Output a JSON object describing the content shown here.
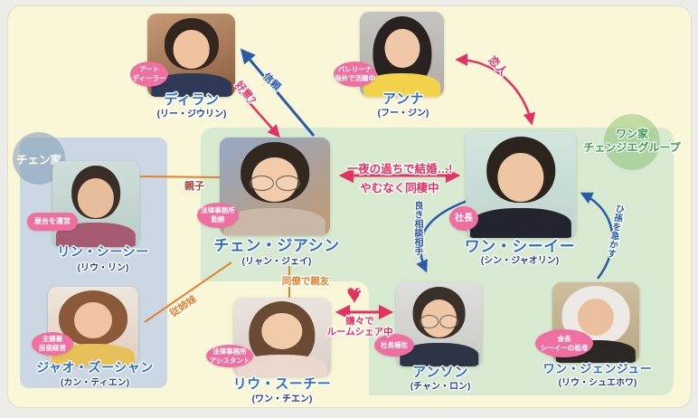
{
  "groups": {
    "chen": {
      "label": "チェン家"
    },
    "wang": {
      "line1": "ワン家",
      "line2": "チェンジエグループ"
    }
  },
  "people": [
    {
      "id": "dylan",
      "name": "ディラン",
      "actor": "(リー・ジウリン)",
      "badge": [
        "アート",
        "ディーラー"
      ]
    },
    {
      "id": "anna",
      "name": "アンナ",
      "actor": "(フー・ジン)",
      "badge": [
        "バレリーナ",
        "海外で活躍中"
      ]
    },
    {
      "id": "jiaxin",
      "name": "チェン・ジアシン",
      "actor": "(リャン・ジェイ)",
      "badge": [
        "法律事務所",
        "勤務"
      ]
    },
    {
      "id": "shiyi",
      "name": "ワン・シーイー",
      "actor": "(シン・ジャオリン)",
      "badge": [
        "社長"
      ]
    },
    {
      "id": "shishi",
      "name": "リン・シーシー",
      "actor": "(リウ・リン)",
      "badge": [
        "屋台を運営"
      ]
    },
    {
      "id": "zishan",
      "name": "ジャオ・ズーシャン",
      "actor": "(カン・ティエン)",
      "badge": [
        "主婦兼",
        "民宿経営"
      ]
    },
    {
      "id": "siqi",
      "name": "リウ・スーチー",
      "actor": "(ワン・チエン)",
      "badge": [
        "法律事務所",
        "アシスタント"
      ]
    },
    {
      "id": "anson",
      "name": "アンソン",
      "actor": "(チャン・ロン)",
      "badge": [
        "社長補佐"
      ]
    },
    {
      "id": "zhenzhu",
      "name": "ワン・ジェンジュー",
      "actor": "(リウ・シュエホワ)",
      "badge": [
        "会長",
        "シーイーの祖母"
      ]
    }
  ],
  "relations": {
    "trust": "信頼",
    "affection": "好意?",
    "lovers": "恋人",
    "marriage_l1": "一夜の過ちで結婚…!",
    "marriage_l2": "やむなく同棲中",
    "parent_child": "親子",
    "cousins": "従姉妹",
    "colleagues": "同僚で親友",
    "roomshare_l1": "嫌々で",
    "roomshare_l2": "ルームシェア中",
    "advisor": "良き相談相手",
    "great_grandchild": "ひ孫を急かす",
    "heart_q": "?"
  },
  "colors": {
    "card_bg": "#FAF7D8",
    "chen_panel": "#CBD7E3",
    "wang_panel": "#D7E9D1",
    "badge_pink": "#EE6FA0",
    "name_blue": "#2E6FC4",
    "red": "#E5315F",
    "blue": "#2B5BA8",
    "orange": "#E08030",
    "green_label": "#3C9B4F"
  }
}
